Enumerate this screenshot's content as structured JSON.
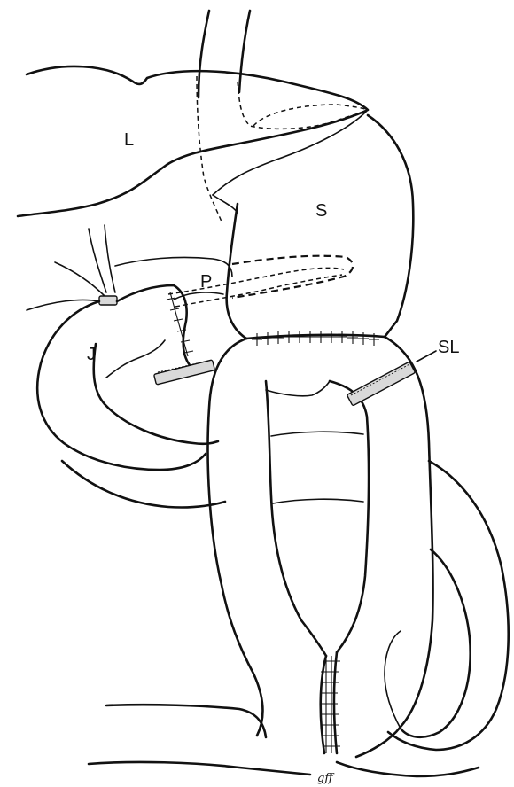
{
  "labels": {
    "liver": "L",
    "stomach": "S",
    "pancreas": "P",
    "jejunum": "J",
    "stapled_line": "SL"
  },
  "signature": "gff"
}
